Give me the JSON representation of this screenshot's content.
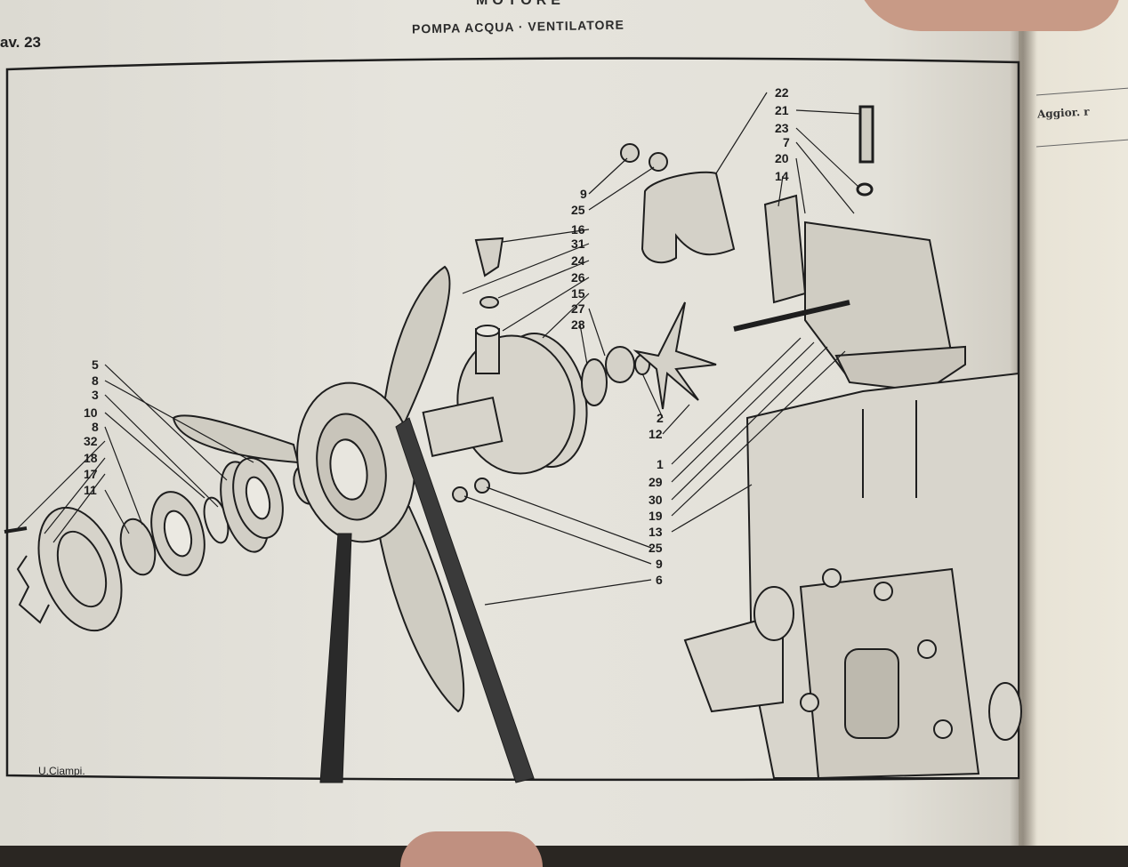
{
  "header": {
    "section": "MOTORE",
    "subtitle": "POMPA ACQUA · VENTILATORE",
    "plate": "av. 23"
  },
  "side_page": {
    "text": "Aggior. r"
  },
  "signature": "U.Ciampi.",
  "callouts": {
    "left_column": [
      "5",
      "8",
      "3",
      "10",
      "8",
      "32",
      "18",
      "17",
      "11"
    ],
    "top_center": [
      "9",
      "25",
      "16",
      "31",
      "24",
      "26",
      "15",
      "27",
      "28"
    ],
    "impeller": [
      "2",
      "12"
    ],
    "right_column": [
      "1",
      "29",
      "30",
      "19",
      "13",
      "25",
      "9",
      "6"
    ],
    "top_right": [
      "22",
      "21",
      "23",
      "7",
      "20",
      "14"
    ]
  },
  "colors": {
    "paper": "#e4e2da",
    "ink": "#1e1e1e"
  }
}
